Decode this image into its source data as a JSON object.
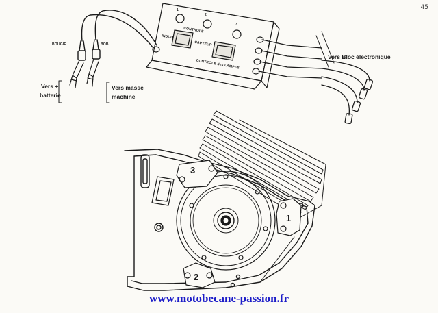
{
  "page": {
    "number": "45"
  },
  "tester": {
    "button_labels": [
      "1",
      "2",
      "3"
    ],
    "controle": "CONTROLE",
    "induit": "INDUIT",
    "capteur": "CAPTEUR",
    "controle_lampes": "CONTROLE des LAMPES"
  },
  "clips": {
    "bougie": "BOUGIE",
    "bobi": "BOBI"
  },
  "labels": {
    "vers_plus": "Vers +",
    "batterie": "batterie",
    "vers_masse": "Vers masse",
    "machine": "machine",
    "vers_bloc": "Vers Bloc électronique"
  },
  "flywheel": {
    "callouts": [
      "1",
      "2",
      "3"
    ]
  },
  "footer": {
    "url": "www.motobecane-passion.fr"
  },
  "colors": {
    "ink": "#1a1a1a",
    "paper": "#fbfaf6",
    "link": "#1c1cc8"
  }
}
